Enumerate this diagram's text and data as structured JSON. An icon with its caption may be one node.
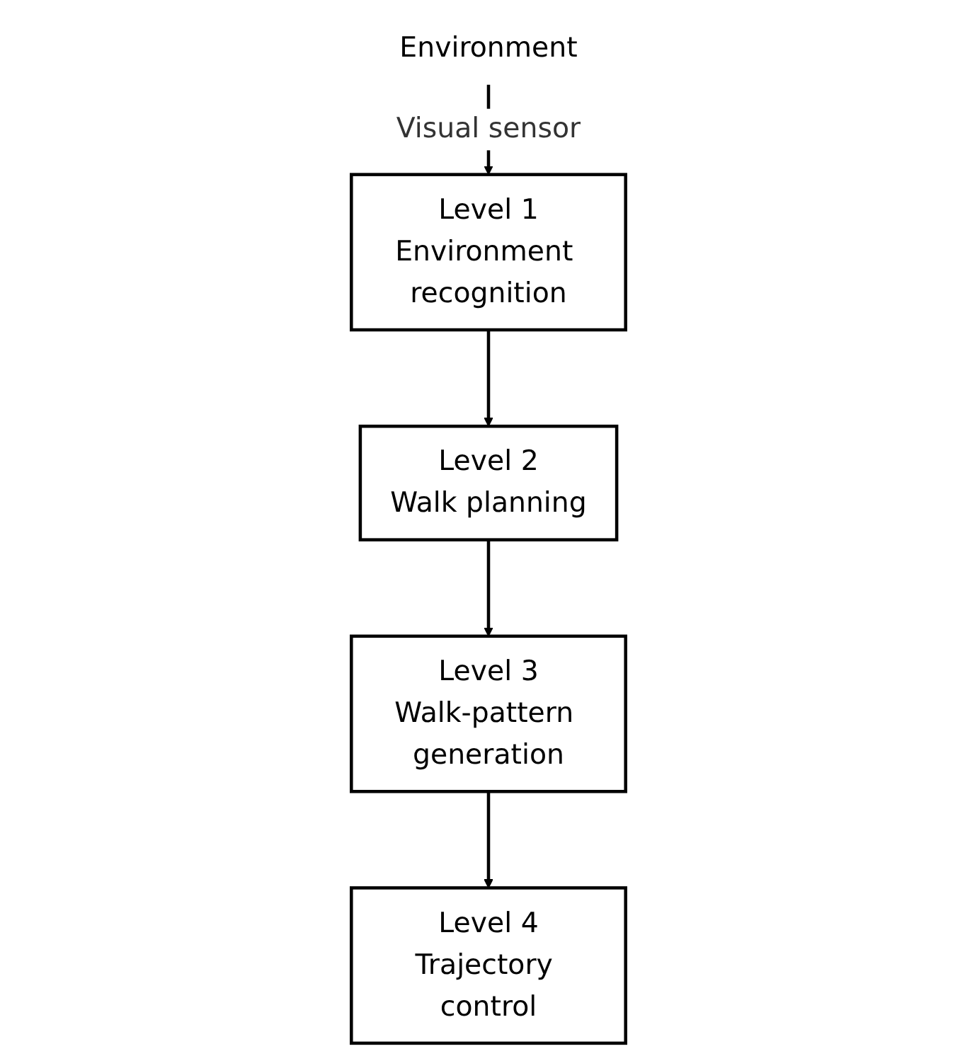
{
  "diagram": {
    "nodes": [
      {
        "text": [
          "Environment"
        ]
      },
      {
        "text": [
          "Level 1",
          "Environment recognition"
        ]
      },
      {
        "text": [
          "Level 2",
          "Walk planning"
        ]
      },
      {
        "text": [
          "Level 3",
          "Walk-pattern generation"
        ]
      },
      {
        "text": [
          "Level 4",
          "Trajectory control"
        ]
      }
    ],
    "edges": [
      {
        "from": 0,
        "to": 1,
        "arrow": "to",
        "label": "Visual sensor"
      },
      {
        "from": 1,
        "to": 2,
        "arrow": "to"
      },
      {
        "from": 2,
        "to": 3,
        "arrow": "to"
      },
      {
        "from": 3,
        "to": 4,
        "arrow": "to"
      }
    ]
  }
}
